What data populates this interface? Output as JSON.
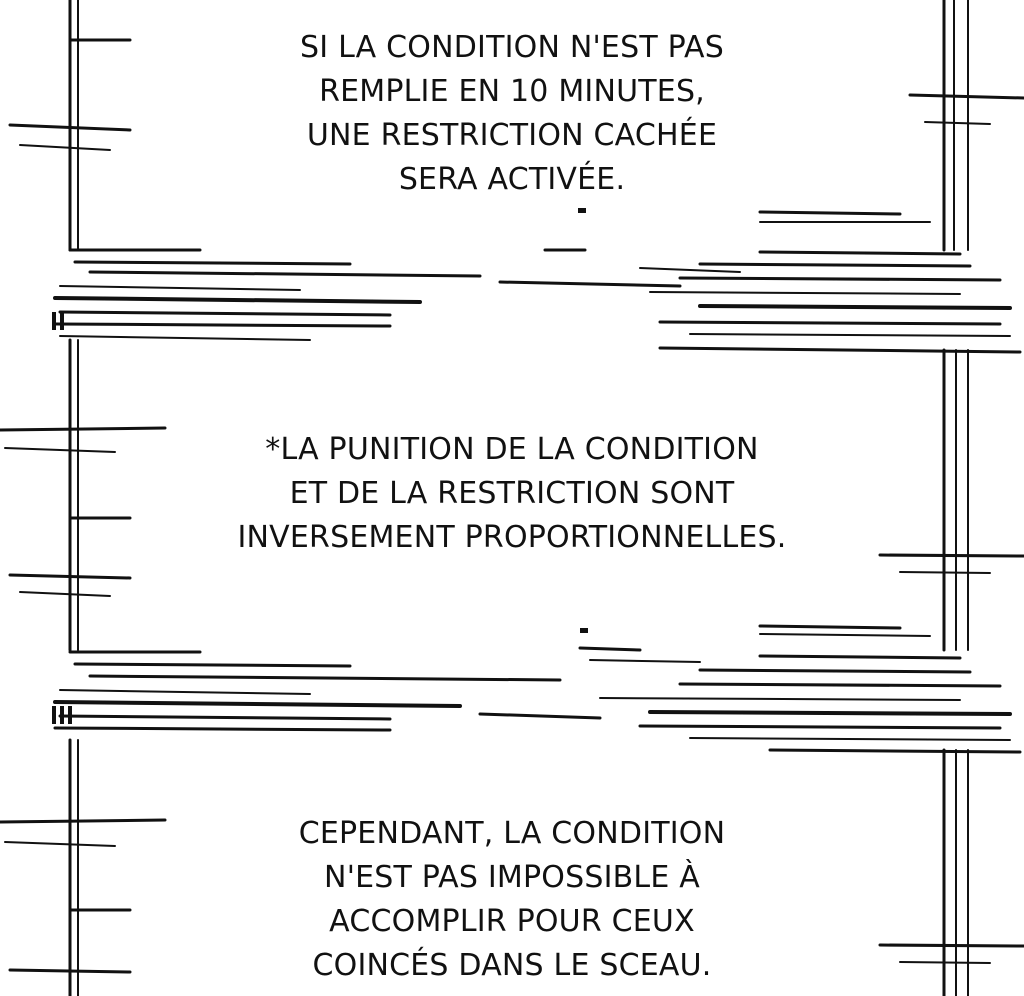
{
  "panels": [
    {
      "lines": [
        "SI LA CONDITION N'EST PAS",
        "REMPLIE EN 10 MINUTES,",
        "UNE RESTRICTION CACHÉE",
        "SERA ACTIVÉE."
      ]
    },
    {
      "lines": [
        "*LA PUNITION DE LA CONDITION",
        "ET DE LA RESTRICTION SONT",
        "INVERSEMENT PROPORTIONNELLES."
      ]
    },
    {
      "lines": [
        "CEPENDANT, LA CONDITION",
        "N'EST PAS IMPOSSIBLE À",
        "ACCOMPLIR POUR CEUX",
        "COINCÉS DANS LE SCEAU."
      ]
    }
  ],
  "colors": {
    "ink": "#111111",
    "paper": "#ffffff"
  }
}
